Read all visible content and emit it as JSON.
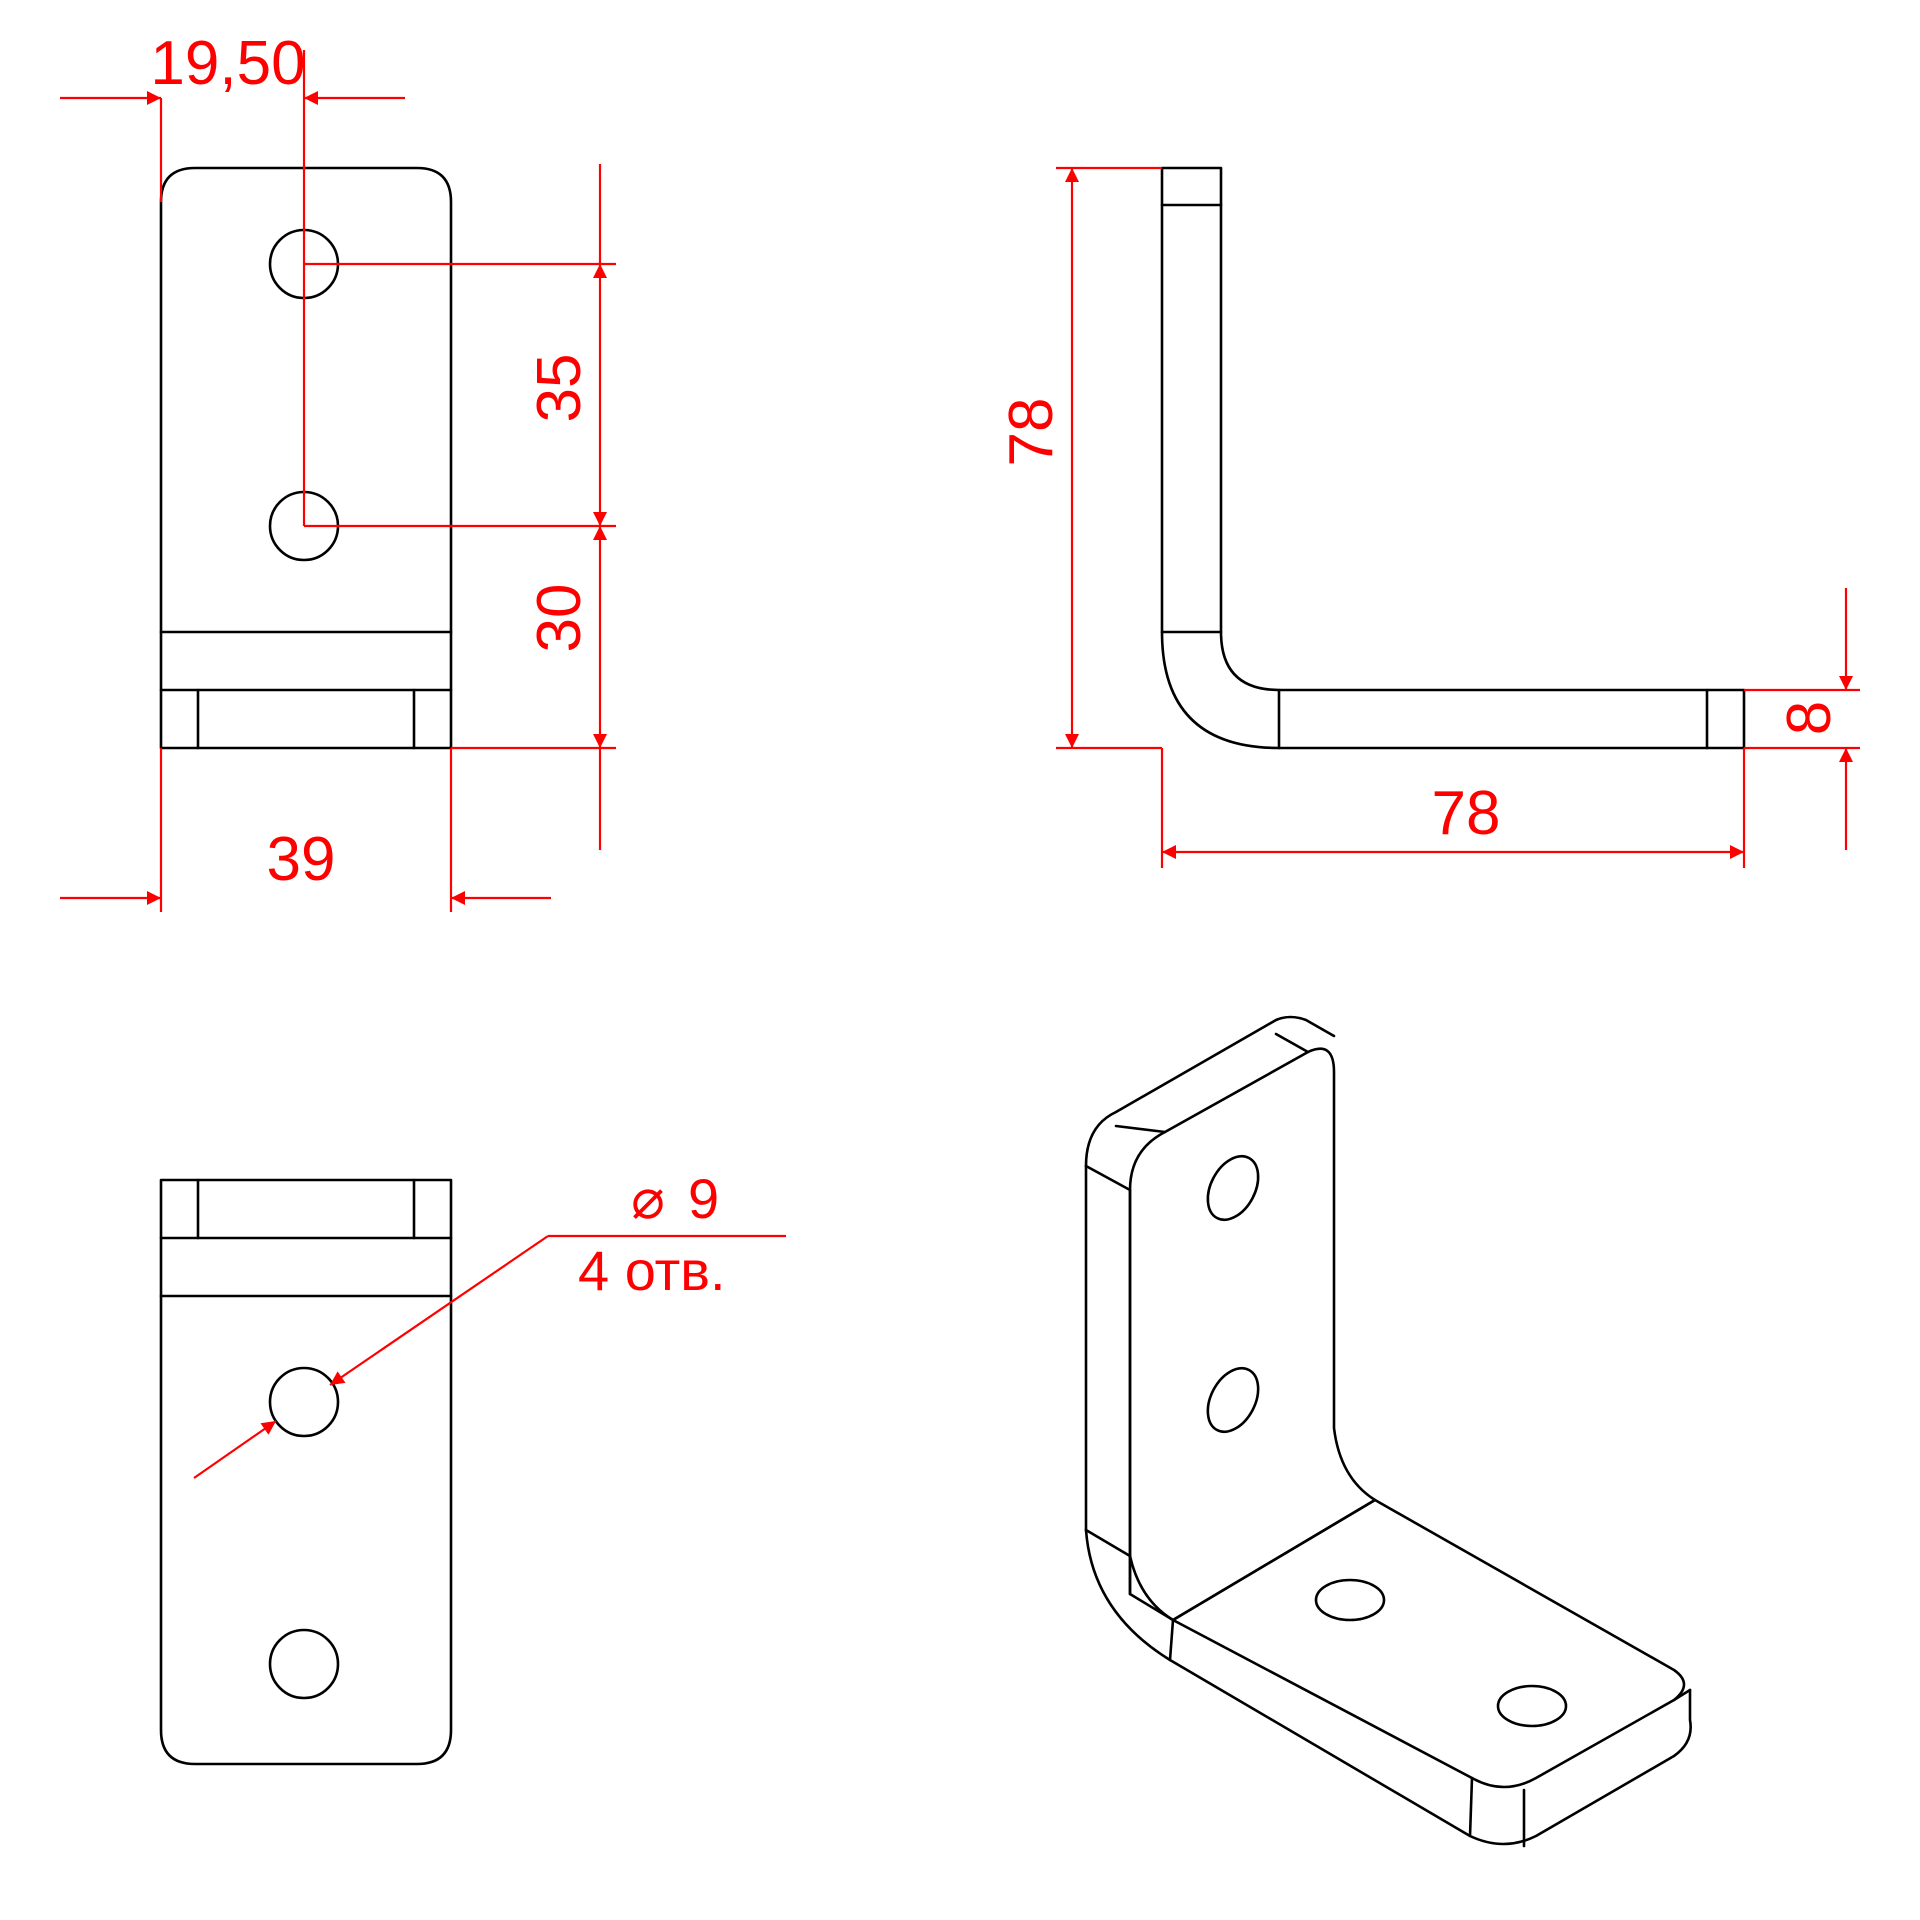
{
  "drawing": {
    "stroke_color": "#000000",
    "dimension_color": "#ff0000",
    "background": "#ffffff",
    "dimensions": {
      "hole_offset": "19,50",
      "hole_spacing": "35",
      "hole_to_bend": "30",
      "width": "39",
      "height": "78",
      "length": "78",
      "thickness": "8"
    },
    "hole_note": {
      "diameter_symbol": "⌀",
      "diameter": "9",
      "count_line": "4 отв."
    }
  }
}
